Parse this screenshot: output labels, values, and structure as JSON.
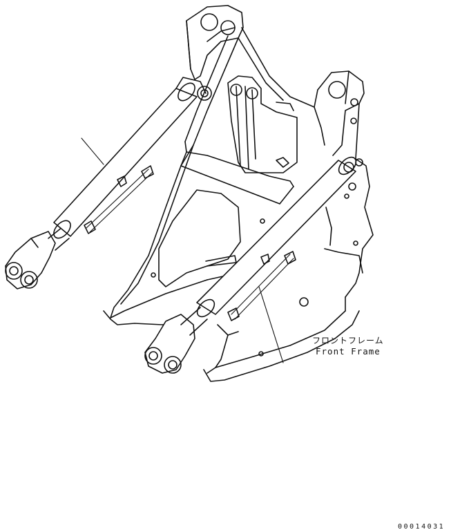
{
  "callout": {
    "part_name_jp": "フロントフレーム",
    "part_name_en": "Front Frame"
  },
  "drawing_number": "00014031",
  "colors": {
    "line": "#111111",
    "background": "#ffffff"
  }
}
